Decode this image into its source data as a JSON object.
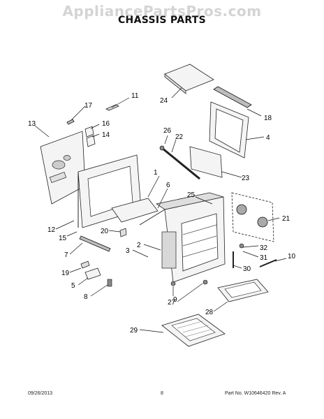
{
  "watermark": "AppliancePartsPros.com",
  "title": "CHASSIS PARTS",
  "callouts": [
    {
      "id": "1"
    },
    {
      "id": "2"
    },
    {
      "id": "3"
    },
    {
      "id": "4"
    },
    {
      "id": "5"
    },
    {
      "id": "6"
    },
    {
      "id": "7"
    },
    {
      "id": "8"
    },
    {
      "id": "9"
    },
    {
      "id": "10"
    },
    {
      "id": "11"
    },
    {
      "id": "12"
    },
    {
      "id": "13"
    },
    {
      "id": "14"
    },
    {
      "id": "15"
    },
    {
      "id": "16"
    },
    {
      "id": "17"
    },
    {
      "id": "18"
    },
    {
      "id": "19"
    },
    {
      "id": "20"
    },
    {
      "id": "21"
    },
    {
      "id": "22"
    },
    {
      "id": "23"
    },
    {
      "id": "24"
    },
    {
      "id": "25"
    },
    {
      "id": "26"
    },
    {
      "id": "27"
    },
    {
      "id": "28"
    },
    {
      "id": "29"
    },
    {
      "id": "30"
    },
    {
      "id": "31"
    },
    {
      "id": "32"
    }
  ],
  "footer": {
    "date": "09/26/2013",
    "page": "8",
    "part_number": "Part No. W10646420 Rev. A"
  }
}
